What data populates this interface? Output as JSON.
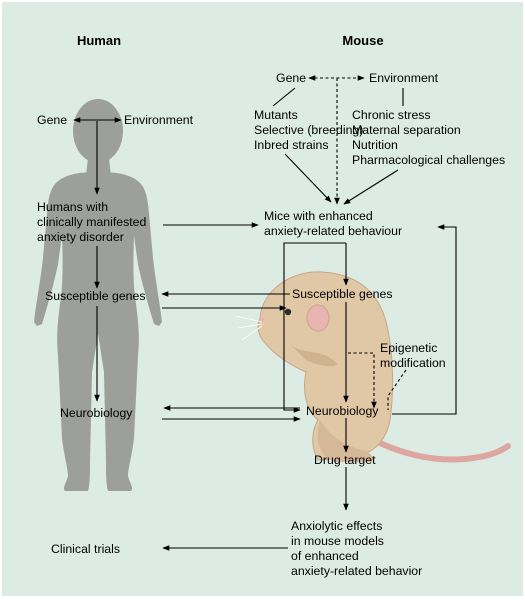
{
  "colors": {
    "background": "#dcebe3",
    "border": "#ffffff",
    "silhouette": "#9d9f9b",
    "mouse_body": "#e0c7a6",
    "mouse_outline": "#c7a884",
    "mouse_ear": "#e9b4b2",
    "mouse_tail": "#dea6a1",
    "arrow": "#000000",
    "text": "#000000"
  },
  "headers": {
    "human": "Human",
    "mouse": "Mouse"
  },
  "human": {
    "gene": "Gene",
    "environment": "Environment",
    "patients": [
      "Humans with",
      "clinically manifested",
      "anxiety disorder"
    ],
    "susceptible_genes": "Susceptible genes",
    "neurobiology": "Neurobiology",
    "clinical_trials": "Clinical trials"
  },
  "mouse": {
    "gene": "Gene",
    "environment": "Environment",
    "gene_factors": [
      "Mutants",
      "Selective (breeding)",
      "Inbred strains"
    ],
    "env_factors": [
      "Chronic stress",
      "Maternal separation",
      "Nutrition",
      "Pharmacological challenges"
    ],
    "enhanced_mice": [
      "Mice with enhanced",
      "anxiety-related behaviour"
    ],
    "susceptible_genes": "Susceptible genes",
    "epigenetic": [
      "Epigenetic",
      "modification"
    ],
    "neurobiology": "Neurobiology",
    "drug_target": "Drug target",
    "anxiolytic": [
      "Anxiolytic effects",
      "in mouse models",
      "of enhanced",
      "anxiety-related behavior"
    ]
  }
}
